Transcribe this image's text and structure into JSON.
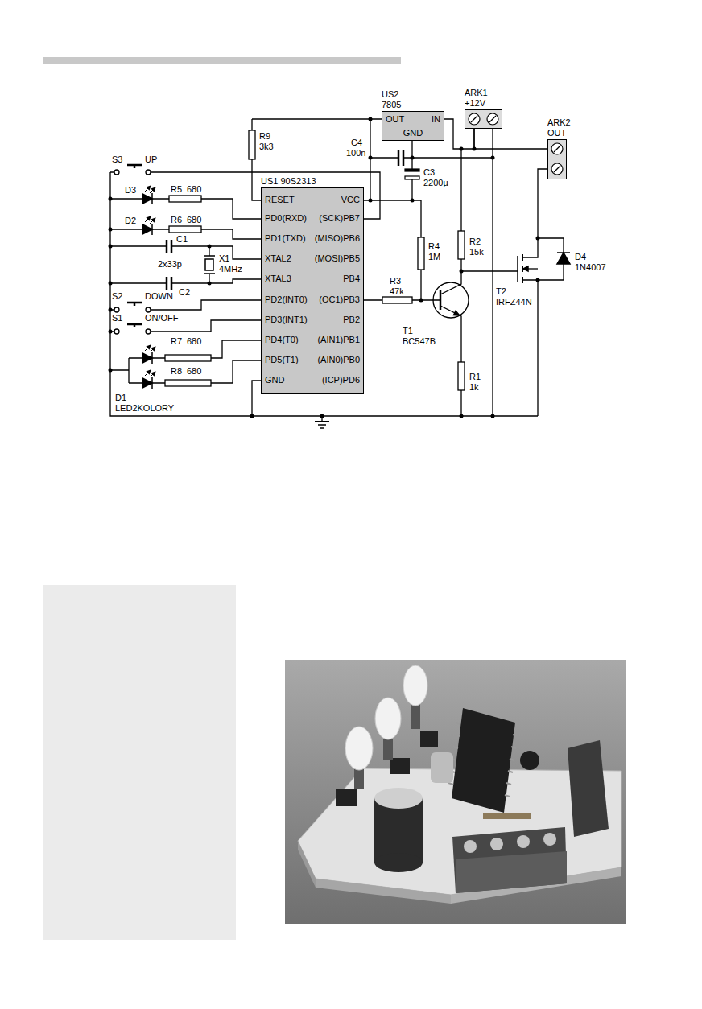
{
  "diagram": {
    "nodes": [
      {
        "text": [
          "US2 7805",
          "OUT",
          "IN",
          "GND"
        ]
      },
      {
        "text": [
          "ARK1 +12V"
        ]
      },
      {
        "text": [
          "ARK2 OUT"
        ]
      },
      {
        "text": [
          "US1 90S2313",
          "RESET",
          "PD0(RXD)",
          "PD1(TXD)",
          "XTAL2",
          "XTAL3",
          "PD2(INT0)",
          "PD3(INT1)",
          "PD4(T0)",
          "PD5(T1)",
          "GND",
          "VCC",
          "(SCK)PB7",
          "(MISO)PB6",
          "(MOSI)PB5",
          "PB4",
          "(OC1)PB3",
          "PB2",
          "(AIN1)PB1",
          "(AIN0)PB0",
          "(ICP)PD6"
        ]
      }
    ],
    "edges": [
      {
        "from": 0,
        "to": 1,
        "arrow": "none"
      },
      {
        "from": 1,
        "to": 2,
        "arrow": "none"
      },
      {
        "from": 0,
        "to": 3,
        "arrow": "none"
      }
    ],
    "labels": [
      "R9",
      "3k3",
      "C4",
      "100n",
      "C3",
      "2200µ",
      "S3",
      "UP",
      "D3",
      "R5",
      "680",
      "D2",
      "R6",
      "680",
      "C1",
      "X1",
      "4MHz",
      "2x33p",
      "C2",
      "S2",
      "DOWN",
      "S1",
      "ON/OFF",
      "R7",
      "680",
      "R8",
      "680",
      "D1",
      "LED2KOLORY",
      "R2",
      "15k",
      "R4",
      "1M",
      "R3",
      "47k",
      "T2",
      "IRFZ44N",
      "D4",
      "1N4007",
      "T1",
      "BC547B",
      "R1",
      "1k"
    ]
  }
}
